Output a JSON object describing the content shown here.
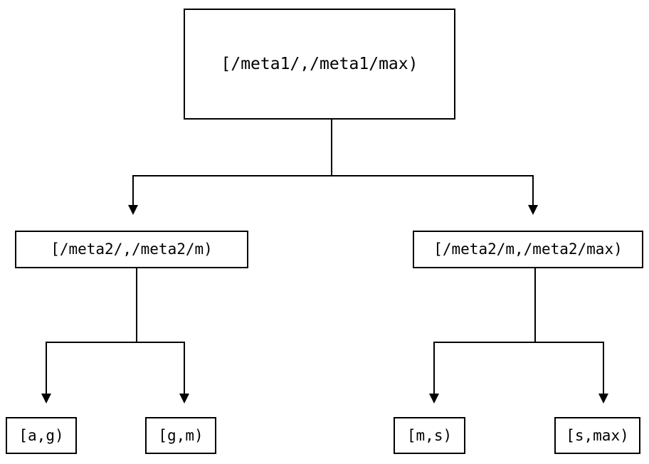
{
  "diagram": {
    "type": "tree",
    "title": "",
    "background_color": "#ffffff",
    "line_color": "#000000",
    "text_color": "#000000",
    "nodes": {
      "root": {
        "label": "[/meta1/,/meta1/max)",
        "level": 0
      },
      "mid_left": {
        "label": "[/meta2/,/meta2/m)",
        "level": 1
      },
      "mid_right": {
        "label": "[/meta2/m,/meta2/max)",
        "level": 1
      },
      "leaves": [
        {
          "label": "[a,g)",
          "level": 2,
          "parent": "mid_left"
        },
        {
          "label": "[g,m)",
          "level": 2,
          "parent": "mid_left"
        },
        {
          "label": "[m,s)",
          "level": 2,
          "parent": "mid_right"
        },
        {
          "label": "[s,max)",
          "level": 2,
          "parent": "mid_right"
        }
      ]
    }
  }
}
